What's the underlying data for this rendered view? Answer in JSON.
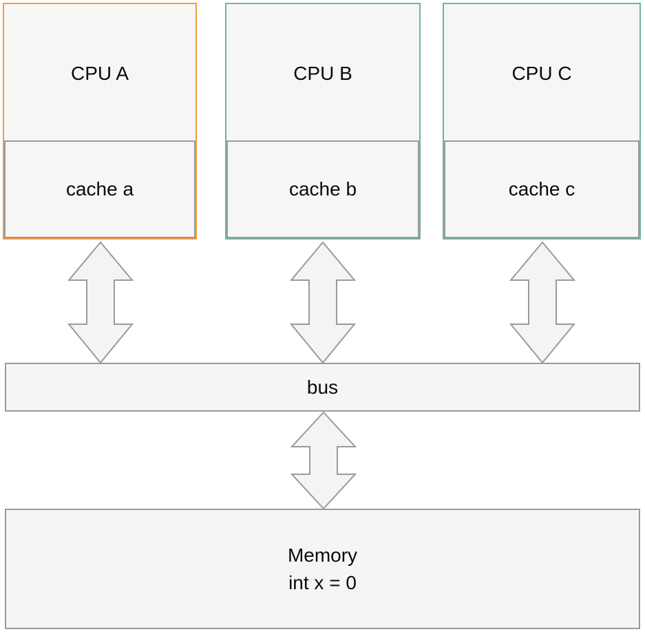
{
  "diagram": {
    "title_semantics": "CPU cache coherence diagram",
    "groups": [
      {
        "cpu_label": "CPU A",
        "cache_label": "cache a",
        "accent_color": "#f59b31"
      },
      {
        "cpu_label": "CPU B",
        "cache_label": "cache b",
        "accent_color": "#74b1a4"
      },
      {
        "cpu_label": "CPU C",
        "cache_label": "cache c",
        "accent_color": "#74b1a4"
      }
    ],
    "bus_label": "bus",
    "memory": {
      "title": "Memory",
      "value_line": "int x = 0"
    },
    "connections": [
      "cache a <-> bus",
      "cache b <-> bus",
      "cache c <-> bus",
      "bus <-> Memory"
    ],
    "colors": {
      "accent_orange": "#f59b31",
      "accent_teal": "#74b1a4",
      "border_gray": "#9a9a9a",
      "box_fill": "#f6f6f6",
      "arrow_fill": "#f4f4f4",
      "background": "#ffffff",
      "text": "#0a0a0a"
    }
  }
}
